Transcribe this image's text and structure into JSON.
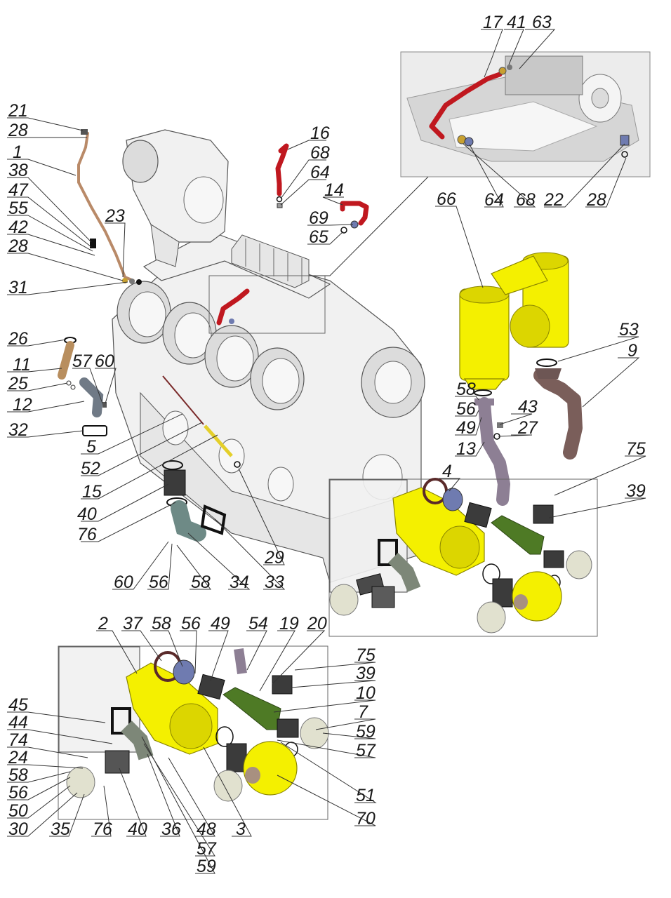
{
  "labels": {
    "l17": "17",
    "l41": "41",
    "l63": "63",
    "l64b": "64",
    "l68b": "68",
    "l22": "22",
    "l28c": "28",
    "l21": "21",
    "l28a": "28",
    "l1": "1",
    "l38": "38",
    "l47": "47",
    "l55": "55",
    "l42": "42",
    "l28b": "28",
    "l31": "31",
    "l23": "23",
    "l16": "16",
    "l68a": "68",
    "l64a": "64",
    "l14": "14",
    "l69": "69",
    "l65": "65",
    "l66": "66",
    "l53": "53",
    "l9": "9",
    "l26": "26",
    "l11": "11",
    "l57a": "57",
    "l60a": "60",
    "l25": "25",
    "l12": "12",
    "l32": "32",
    "l5": "5",
    "l52": "52",
    "l15": "15",
    "l40a": "40",
    "l76a": "76",
    "l58a": "58",
    "l56a": "56",
    "l49a": "49",
    "l43": "43",
    "l27": "27",
    "l13": "13",
    "l75a": "75",
    "l4": "4",
    "l39a": "39",
    "l29": "29",
    "l60b": "60",
    "l56b": "56",
    "l58b": "58",
    "l34": "34",
    "l33": "33",
    "l2": "2",
    "l37": "37",
    "l58c": "58",
    "l56c": "56",
    "l49b": "49",
    "l54": "54",
    "l19": "19",
    "l20": "20",
    "l75b": "75",
    "l39b": "39",
    "l10": "10",
    "l7": "7",
    "l59a": "59",
    "l57b": "57",
    "l51": "51",
    "l70": "70",
    "l45": "45",
    "l44": "44",
    "l74": "74",
    "l24": "24",
    "l58d": "58",
    "l56d": "56",
    "l50": "50",
    "l30": "30",
    "l35": "35",
    "l76b": "76",
    "l40b": "40",
    "l36": "36",
    "l48": "48",
    "l57c": "57",
    "l59b": "59",
    "l3": "3"
  },
  "colors": {
    "oil_pump_yellow": "#f4f000",
    "oil_pipe_red": "#c0181f",
    "pipe_purple": "#8d7f94",
    "pipe_brown": "#7a5e5a",
    "branch_green": "#4e7a25",
    "copper_tube": "#b98a68"
  }
}
